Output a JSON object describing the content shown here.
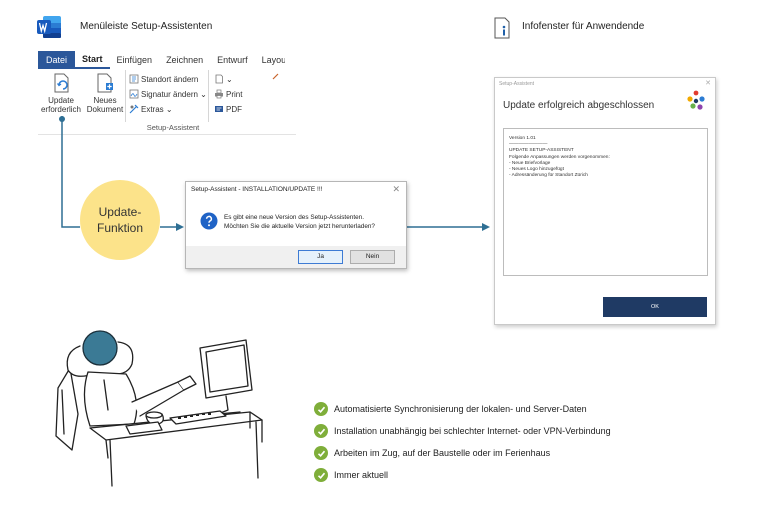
{
  "captions": {
    "menu_title": "Menüleiste Setup-Assistenten",
    "info_title": "Infofenster für Anwendende"
  },
  "ribbon": {
    "tabs": [
      "Datei",
      "Start",
      "Einfügen",
      "Zeichnen",
      "Entwurf",
      "Layout"
    ],
    "active_tab": "Start",
    "big_buttons": [
      {
        "line1": "Update",
        "line2": "erforderlich",
        "icon": "update-required-icon"
      },
      {
        "line1": "Neues",
        "line2": "Dokument",
        "icon": "new-document-icon"
      }
    ],
    "small_buttons": [
      {
        "label": "Standort ändern",
        "icon": "location-icon"
      },
      {
        "label": "Signatur ändern ⌄",
        "icon": "signature-icon"
      },
      {
        "label": "Extras ⌄",
        "icon": "extras-icon"
      }
    ],
    "output_buttons": [
      {
        "label": "⌄",
        "icon": "page-icon"
      },
      {
        "label": "Print",
        "icon": "printer-icon"
      },
      {
        "label": "PDF",
        "icon": "pdf-icon"
      }
    ],
    "group_label": "Setup-Assistent"
  },
  "flow": {
    "circle_line1": "Update-",
    "circle_line2": "Funktion"
  },
  "dialog": {
    "title": "Setup-Assistent - INSTALLATION/UPDATE !!!",
    "close": "✕",
    "message_line1": "Es gibt eine neue Version des Setup-Assistenten.",
    "message_line2": "Möchten Sie die aktuelle Version jetzt herunterladen?",
    "yes": "Ja",
    "no": "Nein"
  },
  "info_window": {
    "caption": "Setup-Assistent",
    "close": "✕",
    "title": "Update erfolgreich abgeschlossen",
    "content_lines": [
      "Version 1.01",
      "————————",
      "UPDATE SETUP-ASSISTENT",
      "Folgende Anpassungen werden vorgenommen:",
      "- Neue Briefvorlage",
      "- Neues Logo hinzugefügt",
      "- Adressänderung für Standort Zürich"
    ],
    "ok": "OK"
  },
  "benefits": [
    "Automatisierte Synchronisierung der lokalen- und Server-Daten",
    "Installation unabhängig bei schlechter Internet- oder VPN-Verbindung",
    "Arbeiten im Zug, auf der Baustelle oder im Ferienhaus",
    "Immer aktuell"
  ],
  "colors": {
    "word_blue": "#2b579a",
    "flow_line": "#2e6f94",
    "circle": "#fce38a",
    "check": "#7fae3a",
    "ok_button": "#1f3a64",
    "person_head": "#3b7a95"
  }
}
